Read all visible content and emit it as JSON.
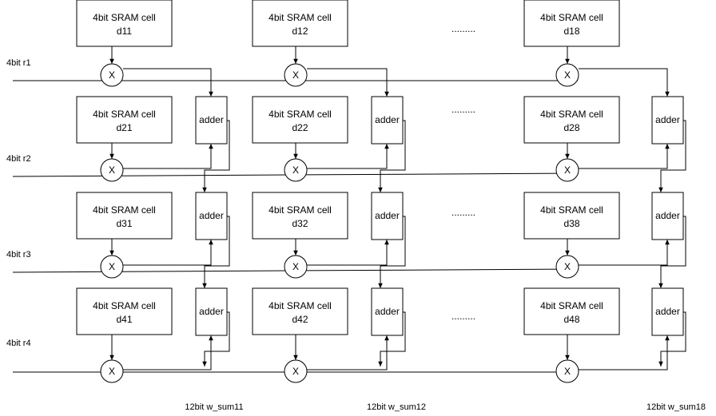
{
  "colors": {
    "stroke": "#000000",
    "fill": "#ffffff",
    "text": "#000000"
  },
  "cell_label": "4bit SRAM cell",
  "adder_label": "adder",
  "multiplier_symbol": "X",
  "ellipsis": ".........",
  "columns": [
    "1",
    "2",
    "8"
  ],
  "rows": [
    {
      "label": "4bit r1",
      "cells": [
        "d11",
        "d12",
        "d18"
      ]
    },
    {
      "label": "4bit r2",
      "cells": [
        "d21",
        "d22",
        "d28"
      ]
    },
    {
      "label": "4bit r3",
      "cells": [
        "d31",
        "d32",
        "d38"
      ]
    },
    {
      "label": "4bit r4",
      "cells": [
        "d41",
        "d42",
        "d48"
      ]
    }
  ],
  "outputs": [
    "12bit w_sum11",
    "12bit w_sum12",
    "12bit w_sum18"
  ]
}
